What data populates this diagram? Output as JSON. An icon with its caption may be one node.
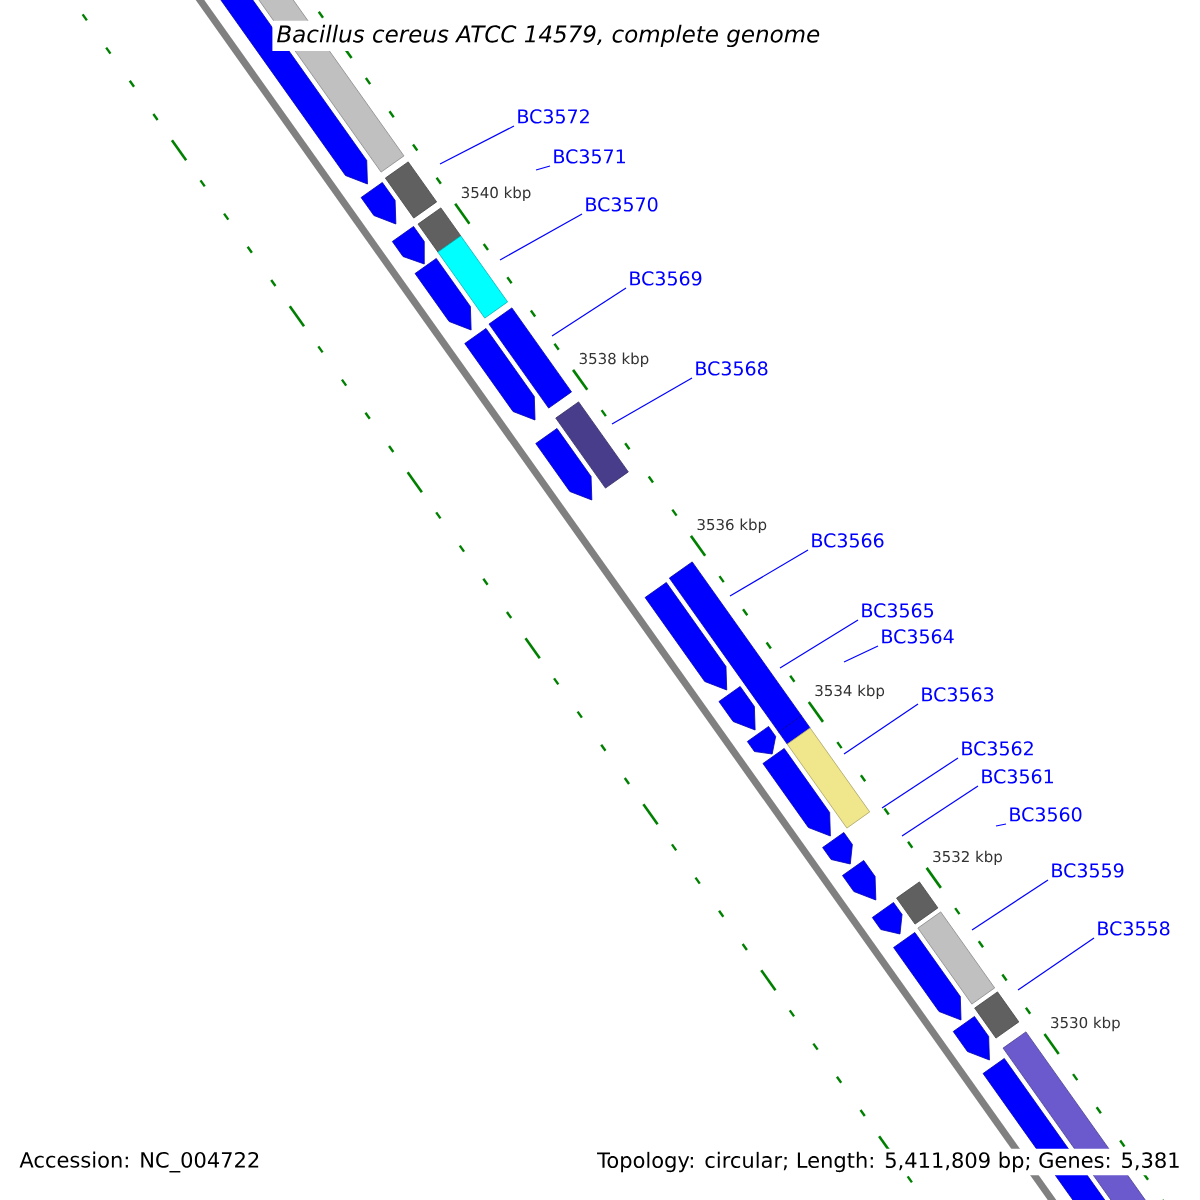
{
  "diagram": {
    "title": "*Bacillus cereus* ATCC 14579, complete genome",
    "nodes": [
      {
        "text": [
          "BC3572"
        ]
      },
      {
        "text": [
          "BC3571"
        ]
      },
      {
        "text": [
          "BC3570"
        ]
      },
      {
        "text": [
          "BC3569"
        ]
      },
      {
        "text": [
          "BC3568"
        ]
      },
      {
        "text": [
          "BC3566"
        ]
      },
      {
        "text": [
          "BC3565"
        ]
      },
      {
        "text": [
          "BC3564"
        ]
      },
      {
        "text": [
          "BC3563"
        ]
      },
      {
        "text": [
          "BC3562"
        ]
      },
      {
        "text": [
          "BC3561"
        ]
      },
      {
        "text": [
          "BC3560"
        ]
      },
      {
        "text": [
          "BC3559"
        ]
      },
      {
        "text": [
          "BC3558"
        ]
      }
    ],
    "edges": [
      {
        "from": 0,
        "to": null,
        "arrow": "none"
      },
      {
        "from": 1,
        "to": null,
        "arrow": "none"
      },
      {
        "from": 2,
        "to": null,
        "arrow": "none"
      },
      {
        "from": 3,
        "to": null,
        "arrow": "none"
      },
      {
        "from": 4,
        "to": null,
        "arrow": "none"
      },
      {
        "from": 5,
        "to": null,
        "arrow": "none"
      },
      {
        "from": 6,
        "to": null,
        "arrow": "none"
      },
      {
        "from": 7,
        "to": null,
        "arrow": "none"
      },
      {
        "from": 8,
        "to": null,
        "arrow": "none"
      },
      {
        "from": 9,
        "to": null,
        "arrow": "none"
      },
      {
        "from": 10,
        "to": null,
        "arrow": "none"
      },
      {
        "from": 11,
        "to": null,
        "arrow": "none"
      },
      {
        "from": 12,
        "to": null,
        "arrow": "none"
      },
      {
        "from": 13,
        "to": null,
        "arrow": "none"
      }
    ],
    "labels": [
      "3540 kbp",
      "3538 kbp",
      "3536 kbp",
      "3534 kbp",
      "3532 kbp",
      "3530 kbp",
      "Accession: NC_004722",
      "Topology: circular; Length: 5,411,809 bp; Genes: 5,381"
    ]
  }
}
